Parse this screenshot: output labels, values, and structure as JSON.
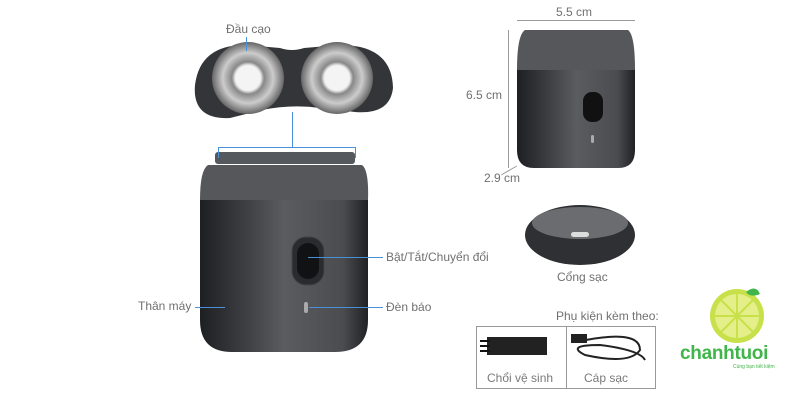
{
  "labels": {
    "head": "Đầu cạo",
    "button": "Bật/Tắt/Chuyển đổi",
    "body": "Thân máy",
    "indicator": "Đèn báo",
    "port": "Cổng sạc"
  },
  "dimensions": {
    "width": "5.5 cm",
    "height": "6.5 cm",
    "depth": "2.9 cm"
  },
  "accessories": {
    "title": "Phụ kiện kèm theo:",
    "items": [
      "Chổi vệ sinh",
      "Cáp sạc"
    ]
  },
  "logo": {
    "brand": "chanhtuoi",
    "slogan": "Cùng bạn tiết kiệm"
  },
  "colors": {
    "callout": "#4a90d9",
    "brand": "#3fb54a",
    "lemon": "#c8e04a"
  }
}
